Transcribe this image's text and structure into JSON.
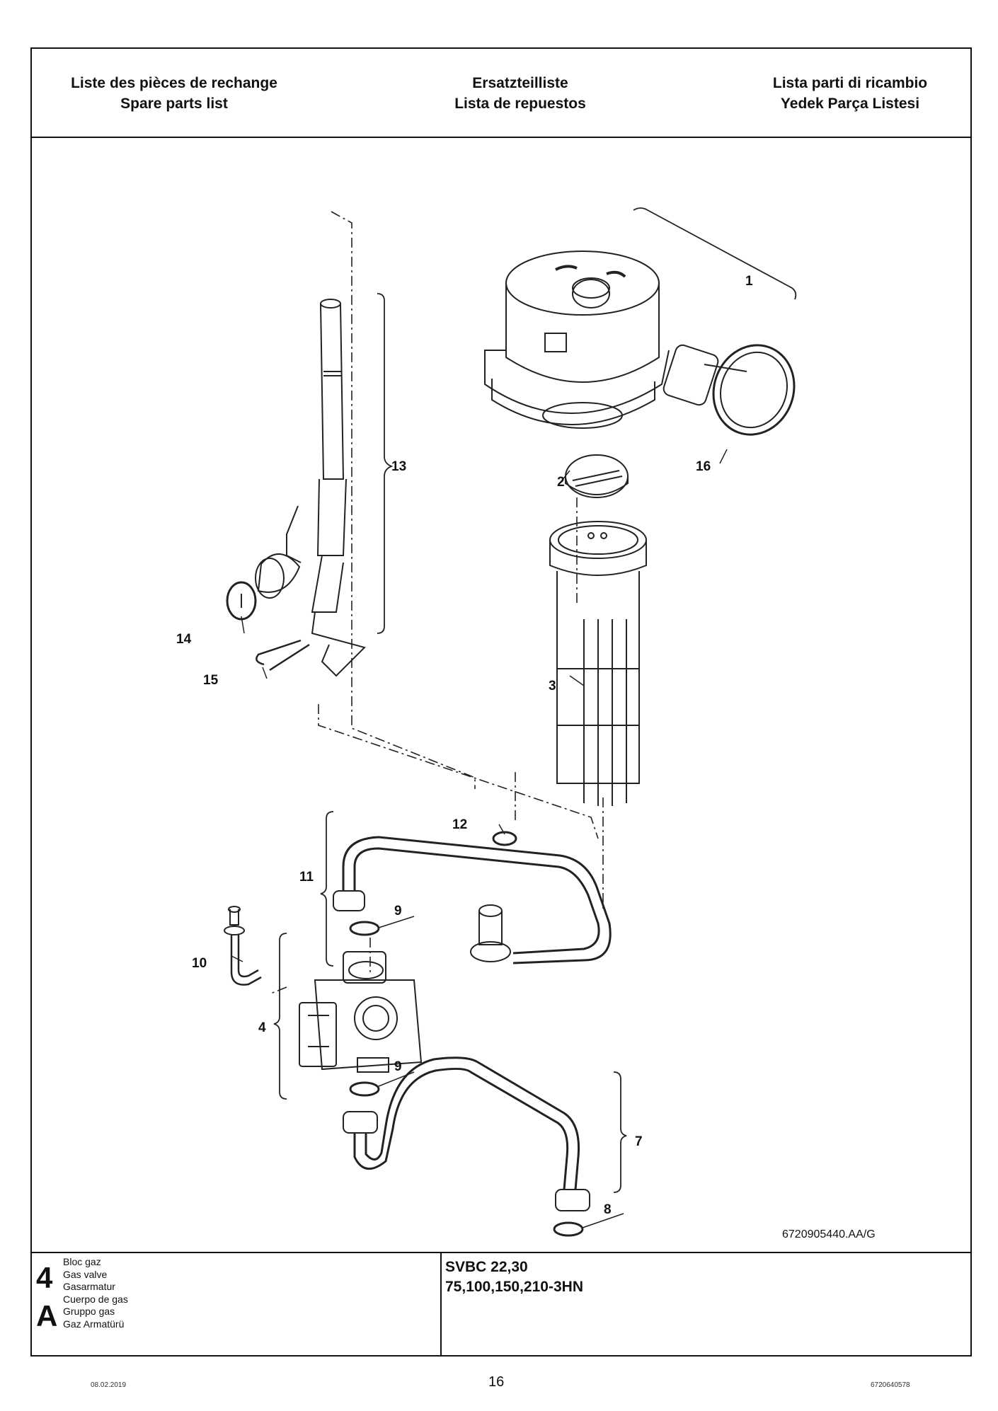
{
  "header": {
    "col1": [
      "Liste des pièces de rechange",
      "Spare parts list"
    ],
    "col2": [
      "Ersatzteilliste",
      "Lista de repuestos"
    ],
    "col3": [
      "Lista parti di ricambio",
      "Yedek Parça Listesi"
    ]
  },
  "drawing": {
    "callouts": [
      "1",
      "2",
      "3",
      "4",
      "7",
      "8",
      "9",
      "9",
      "10",
      "11",
      "12",
      "13",
      "14",
      "15",
      "16"
    ],
    "reference": "6720905440.AA/G"
  },
  "footer": {
    "section_number": "4",
    "section_letter": "A",
    "descriptions": [
      "Bloc gaz",
      "Gas valve",
      "Gasarmatur",
      "Cuerpo de gas",
      "Gruppo gas",
      "Gaz Armatürü"
    ],
    "model_line1": "SVBC 22,30",
    "model_line2": "75,100,150,210-3HN"
  },
  "page": {
    "number": "16",
    "date": "08.02.2019",
    "doc_code": "6720640578"
  }
}
